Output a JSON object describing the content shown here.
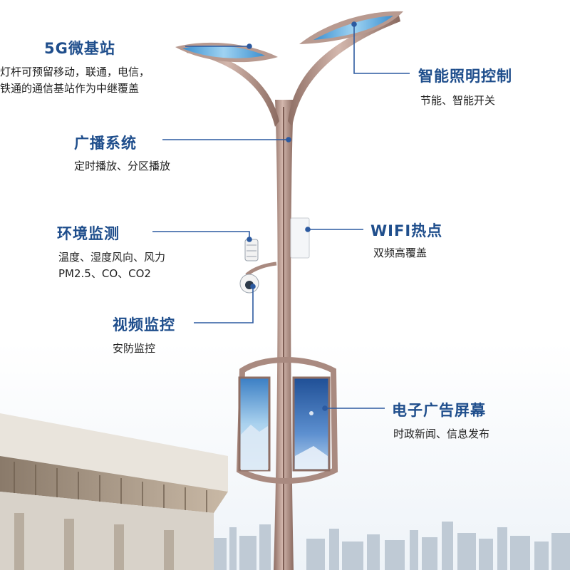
{
  "features": {
    "base_station": {
      "title": "5G微基站",
      "desc": [
        "灯杆可预留移动，联通，电信，",
        "铁通的通信基站作为中继覆盖"
      ]
    },
    "lighting": {
      "title": "智能照明控制",
      "desc": [
        "节能、智能开关"
      ]
    },
    "broadcast": {
      "title": "广播系统",
      "desc": [
        "定时播放、分区播放"
      ]
    },
    "wifi": {
      "title": "WIFI热点",
      "desc": [
        "双频高覆盖"
      ]
    },
    "environment": {
      "title": "环境监测",
      "desc": [
        "温度、湿度风向、风力",
        "PM2.5、CO、CO2"
      ]
    },
    "video": {
      "title": "视频监控",
      "desc": [
        "安防监控"
      ]
    },
    "ad_screen": {
      "title": "电子广告屏幕",
      "desc": [
        "时政新闻、信息发布"
      ]
    }
  },
  "colors": {
    "title": "#1f4e8c",
    "leader_line": "#2c5aa0",
    "pole": "#b5948a",
    "lamp_panel": "#4a9fd8",
    "screen": "#2f6fb0"
  }
}
